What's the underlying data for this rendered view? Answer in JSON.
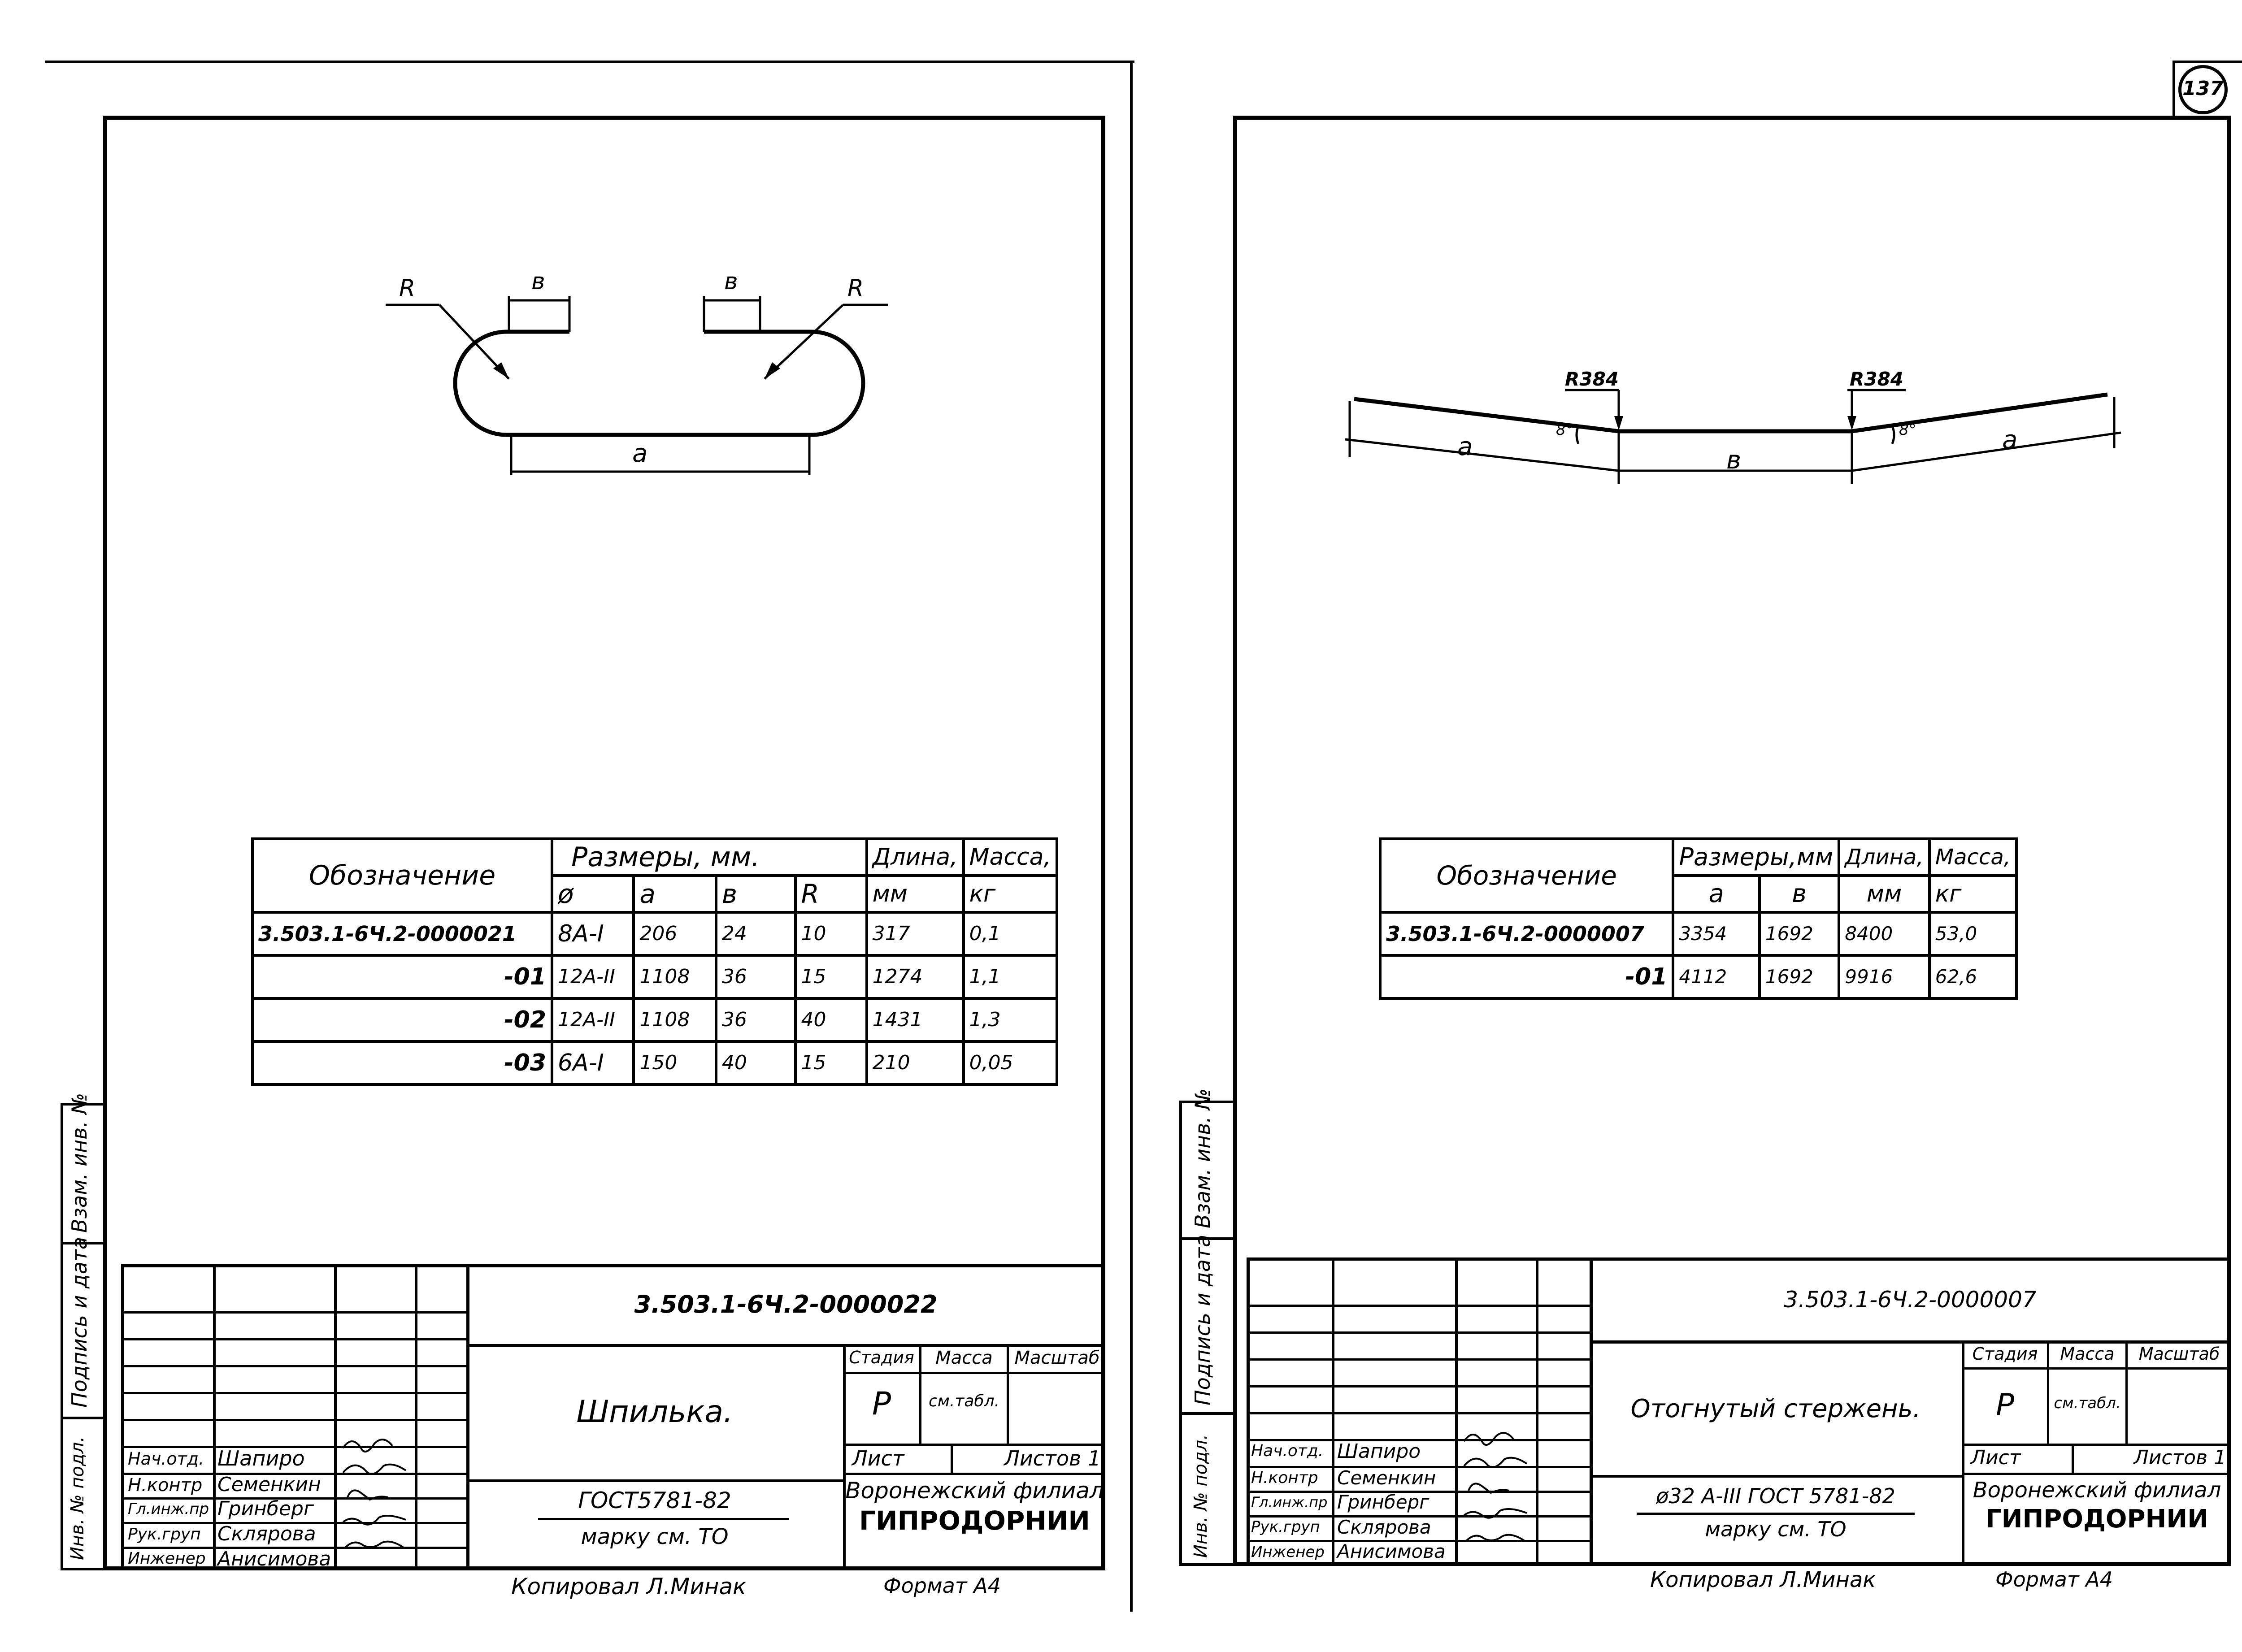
{
  "page_number": "137",
  "left_sheet": {
    "labels": {
      "R": "R",
      "b": "в",
      "a": "a"
    },
    "table": {
      "headers": {
        "designation": "Обозначение",
        "sizes": "Размеры, мм.",
        "length": "Длина,",
        "mass": "Масса,"
      },
      "subheaders": [
        "ø",
        "a",
        "в",
        "R",
        "мм",
        "кг"
      ],
      "rows": [
        {
          "designation": "3.503.1-6Ч.2-0000021",
          "diam": "8А-I",
          "a": "206",
          "b": "24",
          "r": "10",
          "length": "317",
          "mass": "0,1"
        },
        {
          "designation": "-01",
          "diam": "12А-II",
          "a": "1108",
          "b": "36",
          "r": "15",
          "length": "1274",
          "mass": "1,1"
        },
        {
          "designation": "-02",
          "diam": "12А-II",
          "a": "1108",
          "b": "36",
          "r": "40",
          "length": "1431",
          "mass": "1,3"
        },
        {
          "designation": "-03",
          "diam": "6А-I",
          "a": "150",
          "b": "40",
          "r": "15",
          "length": "210",
          "mass": "0,05"
        }
      ]
    },
    "title_block": {
      "doc_code": "3.503.1-6Ч.2-0000022",
      "title": "Шпилька.",
      "material": "ГОСТ5781-82",
      "material_note": "марку см. ТО",
      "stage_label": "Стадия",
      "mass_label": "Масса",
      "scale_label": "Масштаб",
      "stage": "Р",
      "mass": "см.табл.",
      "sheet_label": "Лист",
      "sheets_label": "Листов 1",
      "org1": "Воронежский филиал",
      "org2": "ГИПРОДОРНИИ",
      "roles": [
        {
          "role": "Нач.отд.",
          "name": "Шапиро"
        },
        {
          "role": "Н.контр",
          "name": "Семенкин"
        },
        {
          "role": "Гл.инж.пр",
          "name": "Гринберг"
        },
        {
          "role": "Рук.груп",
          "name": "Склярова"
        },
        {
          "role": "Инженер",
          "name": "Анисимова"
        }
      ]
    },
    "side_labels": [
      "Инв. № подл.",
      "Подпись и дата",
      "Взам. инв. №"
    ],
    "footer_copied": "Копировал Л.Минак",
    "footer_format": "Формат А4"
  },
  "right_sheet": {
    "labels": {
      "r_left": "R384",
      "r_right": "R384",
      "a": "a",
      "b": "в",
      "angle": "8°"
    },
    "table": {
      "headers": {
        "designation": "Обозначение",
        "sizes": "Размеры,мм",
        "length": "Длина,",
        "mass": "Масса,"
      },
      "subheaders": [
        "a",
        "в",
        "мм",
        "кг"
      ],
      "rows": [
        {
          "designation": "3.503.1-6Ч.2-0000007",
          "a": "3354",
          "b": "1692",
          "length": "8400",
          "mass": "53,0"
        },
        {
          "designation": "-01",
          "a": "4112",
          "b": "1692",
          "length": "9916",
          "mass": "62,6"
        }
      ]
    },
    "title_block": {
      "doc_code": "3.503.1-6Ч.2-0000007",
      "title": "Отогнутый стержень.",
      "material": "ø32 А-III ГОСТ 5781-82",
      "material_note": "марку см. ТО",
      "stage_label": "Стадия",
      "mass_label": "Масса",
      "scale_label": "Масштаб",
      "stage": "Р",
      "mass": "см.табл.",
      "sheet_label": "Лист",
      "sheets_label": "Листов 1",
      "org1": "Воронежский филиал",
      "org2": "ГИПРОДОРНИИ",
      "roles": [
        {
          "role": "Нач.отд.",
          "name": "Шапиро"
        },
        {
          "role": "Н.контр",
          "name": "Семенкин"
        },
        {
          "role": "Гл.инж.пр",
          "name": "Гринберг"
        },
        {
          "role": "Рук.груп",
          "name": "Склярова"
        },
        {
          "role": "Инженер",
          "name": "Анисимова"
        }
      ]
    },
    "side_labels": [
      "Инв. № подл.",
      "Подпись и дата",
      "Взам. инв. №"
    ],
    "footer_copied": "Копировал Л.Минак",
    "footer_format": "Формат А4"
  }
}
